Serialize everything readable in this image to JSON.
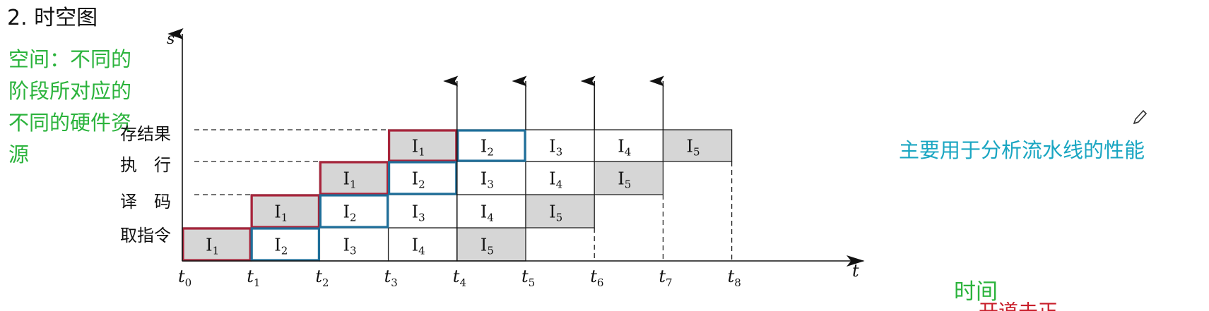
{
  "title": "2. 时空图",
  "left_note": "空间：不同的阶段所对应的不同的硬件资源",
  "right_note": "主要用于分析流水线的性能",
  "time_label": "时间",
  "cut_text": "开道未正",
  "axes": {
    "y_label": "s",
    "x_label": "t"
  },
  "stages": [
    "取指令",
    "译　码",
    "执　行",
    "存结果"
  ],
  "time_ticks": [
    "t0",
    "t1",
    "t2",
    "t3",
    "t4",
    "t5",
    "t6",
    "t7",
    "t8"
  ],
  "instructions": [
    "I1",
    "I2",
    "I3",
    "I4",
    "I5"
  ],
  "chart_data": {
    "type": "table",
    "rows": [
      "取指令",
      "译码",
      "执行",
      "存结果"
    ],
    "columns": [
      "t0-t1",
      "t1-t2",
      "t2-t3",
      "t3-t4",
      "t4-t5",
      "t5-t6",
      "t6-t7",
      "t7-t8"
    ],
    "cells": [
      [
        "I1",
        "I2",
        "I3",
        "I4",
        "I5",
        "",
        "",
        ""
      ],
      [
        "",
        "I1",
        "I2",
        "I3",
        "I4",
        "I5",
        "",
        ""
      ],
      [
        "",
        "",
        "I1",
        "I2",
        "I3",
        "I4",
        "I5",
        ""
      ],
      [
        "",
        "",
        "",
        "I1",
        "I2",
        "I3",
        "I4",
        "I5"
      ]
    ],
    "shaded_instructions": [
      "I1",
      "I5"
    ],
    "highlights": [
      {
        "instruction": "I1",
        "color": "#a8243b"
      },
      {
        "instruction": "I2",
        "color": "#1f6f9a"
      }
    ]
  },
  "colors": {
    "shade": "#d6d6d6",
    "I1_outline": "#a8243b",
    "I2_outline": "#1f6f9a",
    "green_text": "#2bb33c",
    "cyan_text": "#1aa6c2",
    "red_text": "#c81e2a"
  }
}
